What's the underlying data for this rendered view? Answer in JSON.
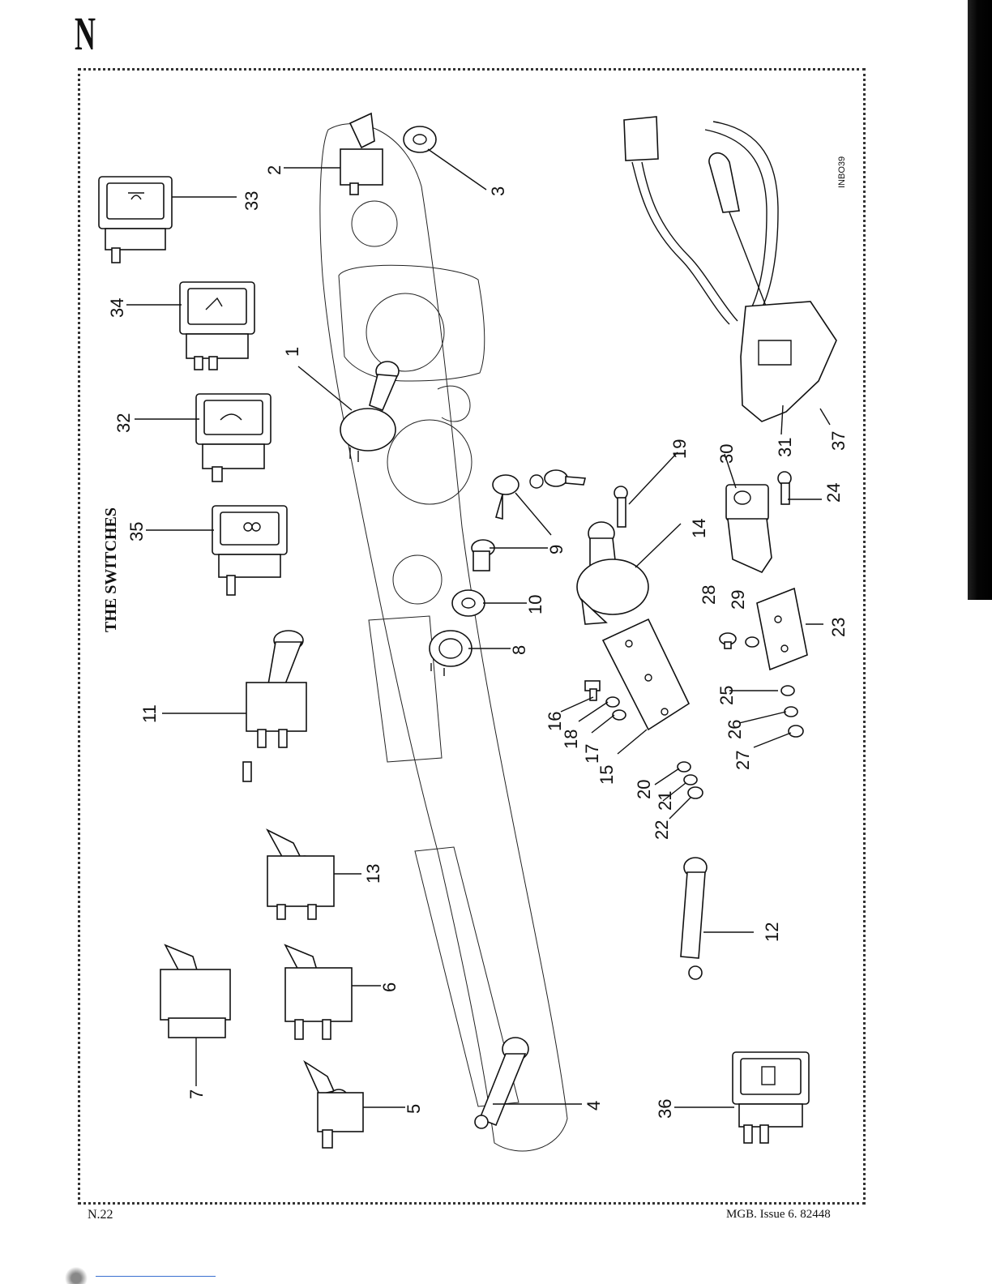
{
  "page": {
    "section_letter": "N",
    "title": "THE SWITCHES",
    "page_number": "N.22",
    "footer_right": "MGB.   Issue 6.   82448",
    "drawing_ref": "INBO39"
  },
  "callouts": [
    "1",
    "2",
    "3",
    "4",
    "5",
    "6",
    "7",
    "8",
    "9",
    "10",
    "11",
    "12",
    "13",
    "14",
    "15",
    "16",
    "17",
    "18",
    "19",
    "20",
    "21",
    "22",
    "23",
    "24",
    "25",
    "26",
    "27",
    "28",
    "29",
    "30",
    "31",
    "32",
    "33",
    "34",
    "35",
    "36",
    "37"
  ]
}
